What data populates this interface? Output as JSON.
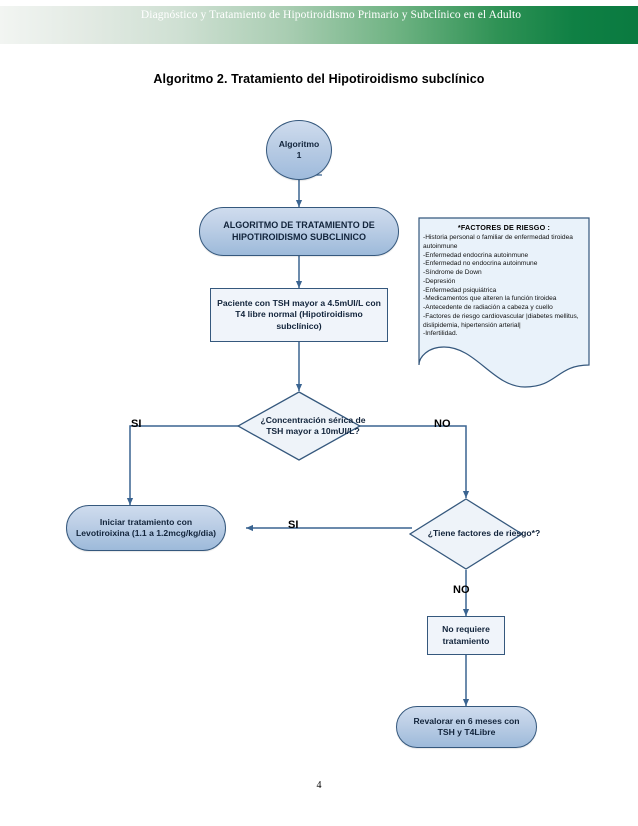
{
  "header": {
    "title": "Diagnóstico y Tratamiento de Hipotiroidismo Primario y Subclínico en el Adulto"
  },
  "chart_title": "Algoritmo 2. Tratamiento del Hipotiroidismo subclínico",
  "footer": {
    "page_number": "4"
  },
  "nodes": {
    "start": "Algoritmo\n1",
    "start_line1": "Algoritmo",
    "start_line2": "1",
    "algorithm_header": "ALGORITMO DE TRATAMIENTO DE HIPOTIROIDISMO SUBCLINICO",
    "patient": "Paciente con TSH mayor a 4.5mUI/L con T4 libre normal (Hipotiroidismo subclínico)",
    "decision_tsh": "¿Concentración sérica de TSH mayor a 10mUI/L?",
    "treatment": "Iniciar tratamiento con Levotiroixina (1.1 a 1.2mcg/kg/dia)",
    "decision_risk": "¿Tiene factores de riesgo*?",
    "no_treatment": "No requiere tratamiento",
    "reassess": "Revalorar en 6 meses con TSH y T4Libre"
  },
  "edge_labels": {
    "tsh_yes": "SI",
    "tsh_no": "NO",
    "risk_yes": "SI",
    "risk_no": "NO"
  },
  "note": {
    "heading": "*FACTORES DE RIESGO :",
    "items": [
      "-Historia personal o familiar de enfermedad tiroidea autoinmune",
      "-Enfermedad endocrina autoinmune",
      "-Enfermedad no endocrina autoinmune",
      "-Síndrome de Down",
      "-Depresión",
      "-Enfermedad psiquiátrica",
      "-Medicamentos que alteren la función tiroidea",
      "-Antecedente de radiación a cabeza y cuello",
      "-Factores de riesgo cardiovascular |diabetes mellitus, dislipidemia, hipertensión arterial|",
      "-Infertilidad."
    ]
  },
  "colors": {
    "banner_green": "#0a7a40",
    "node_border": "#35587d",
    "node_fill_light": "#cfdcee",
    "node_fill_dark": "#9dbada",
    "connector": "#3a6491",
    "note_fill": "#e9f2fa"
  }
}
